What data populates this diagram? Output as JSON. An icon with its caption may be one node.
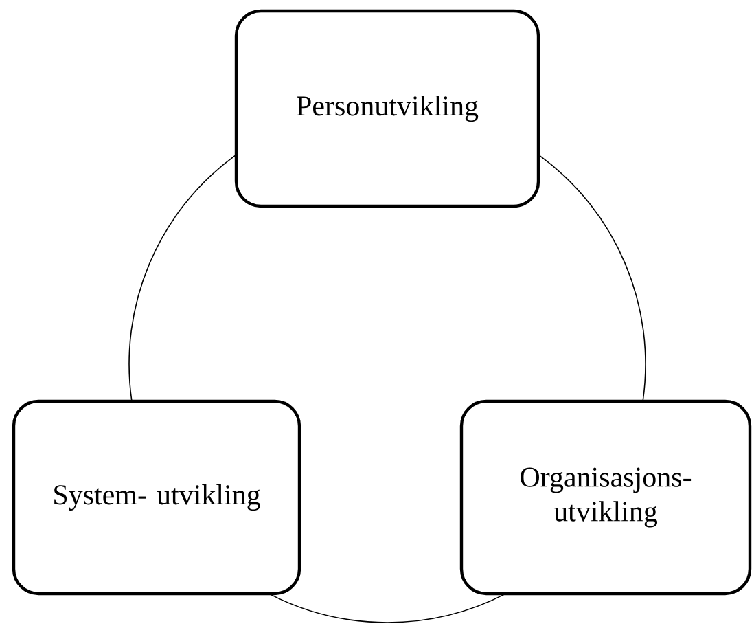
{
  "diagram": {
    "nodes": [
      {
        "text": [
          "Personutvikling"
        ]
      },
      {
        "text": [
          "System- utvikling"
        ]
      },
      {
        "text": [
          "Organisasjons- utvikling"
        ]
      }
    ],
    "edges": [
      {
        "from": 0,
        "to": 1,
        "arrow": "none"
      },
      {
        "from": 1,
        "to": 2,
        "arrow": "none"
      },
      {
        "from": 2,
        "to": 0,
        "arrow": "none"
      }
    ]
  }
}
